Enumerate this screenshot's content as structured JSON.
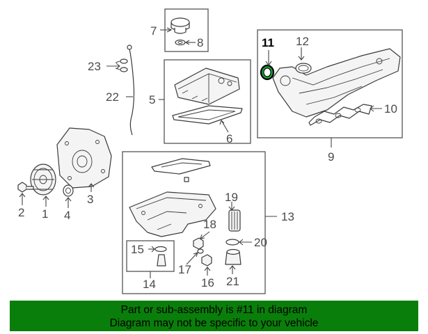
{
  "callouts": {
    "c1": "1",
    "c2": "2",
    "c3": "3",
    "c4": "4",
    "c5": "5",
    "c6": "6",
    "c7": "7",
    "c8": "8",
    "c9": "9",
    "c10": "10",
    "c11": "11",
    "c12": "12",
    "c13": "13",
    "c14": "14",
    "c15": "15",
    "c16": "16",
    "c17": "17",
    "c18": "18",
    "c19": "19",
    "c20": "20",
    "c21": "21",
    "c22": "22",
    "c23": "23"
  },
  "highlighted_part": "11",
  "colors": {
    "banner": "#0a7e0a",
    "highlight_seal": "#1a9a3a"
  },
  "banner": {
    "line1": "Part or sub-assembly is #11 in diagram",
    "line2": "Diagram may not be specific to your vehicle"
  }
}
